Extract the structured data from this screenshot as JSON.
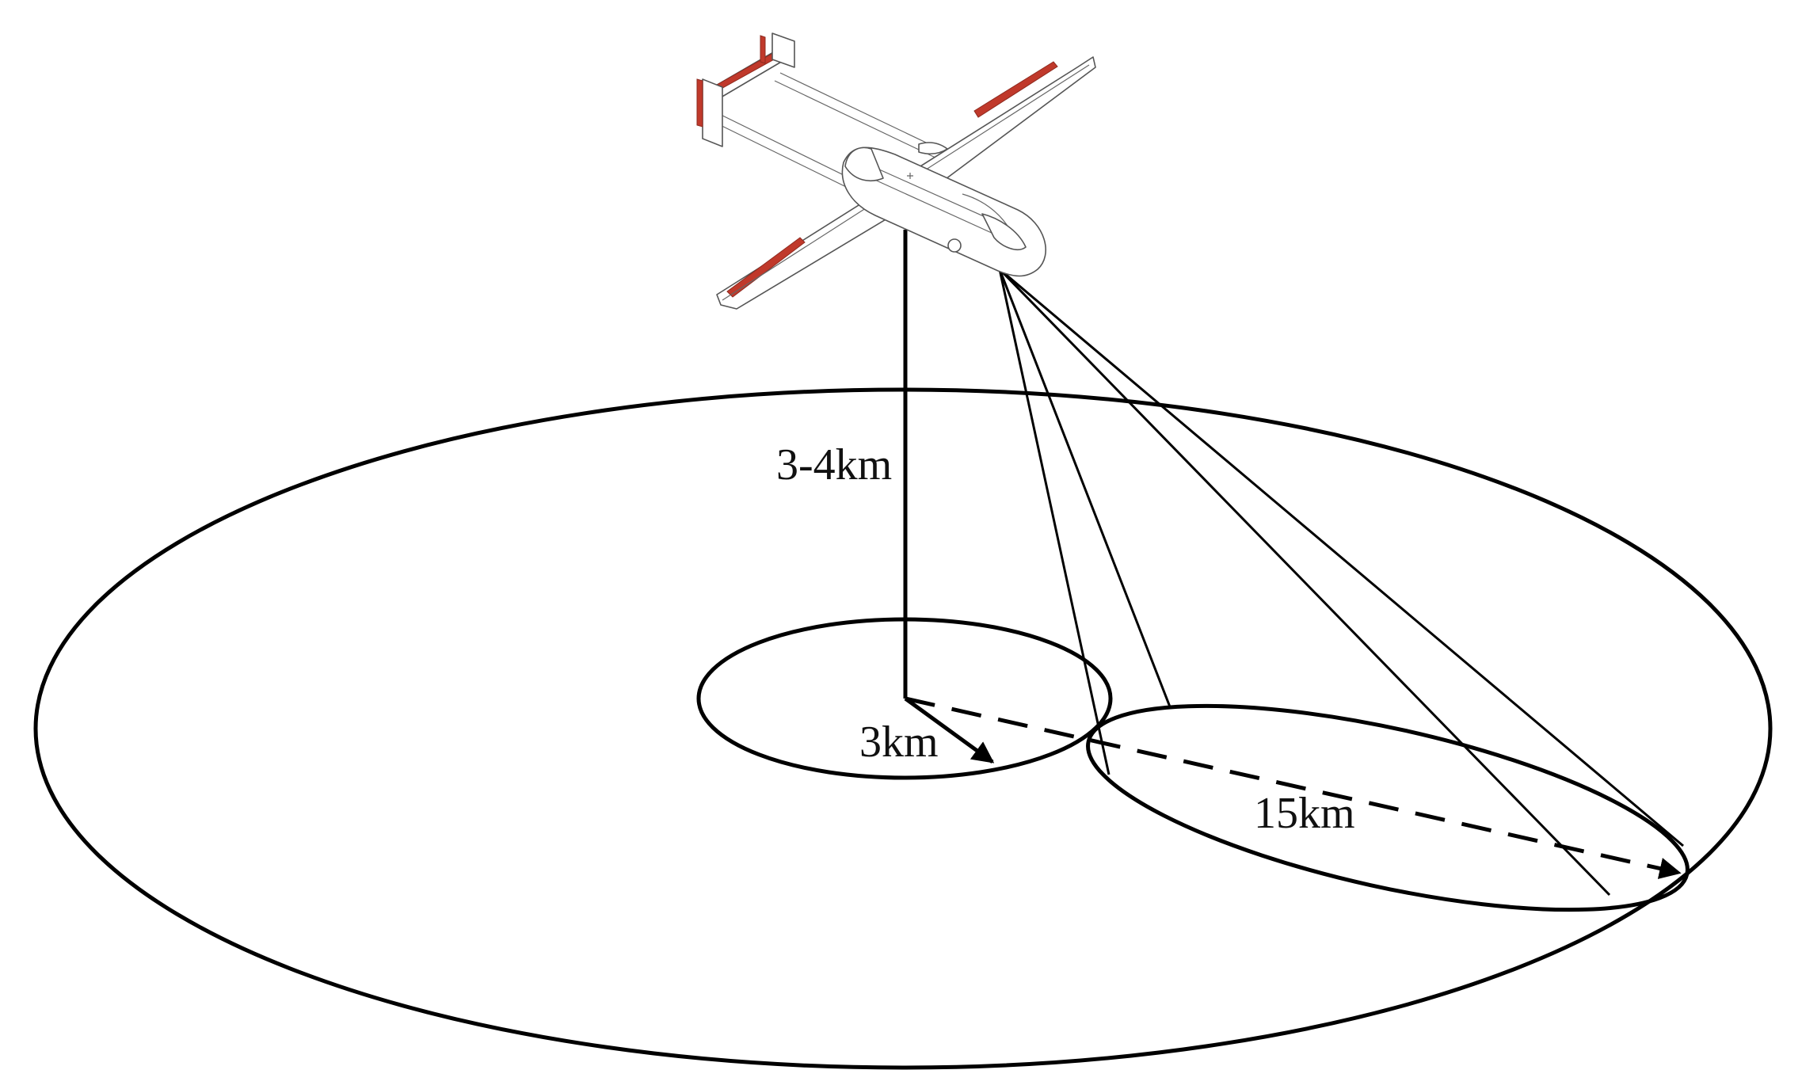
{
  "labels": {
    "altitude": "3-4km",
    "near_radius": "3km",
    "far_range": "15km"
  },
  "colors": {
    "line": "#000000",
    "control_surface": "#c0392b",
    "airframe_outline": "#555555",
    "background": "#ffffff"
  },
  "icons": {
    "aircraft": "uav-icon"
  }
}
